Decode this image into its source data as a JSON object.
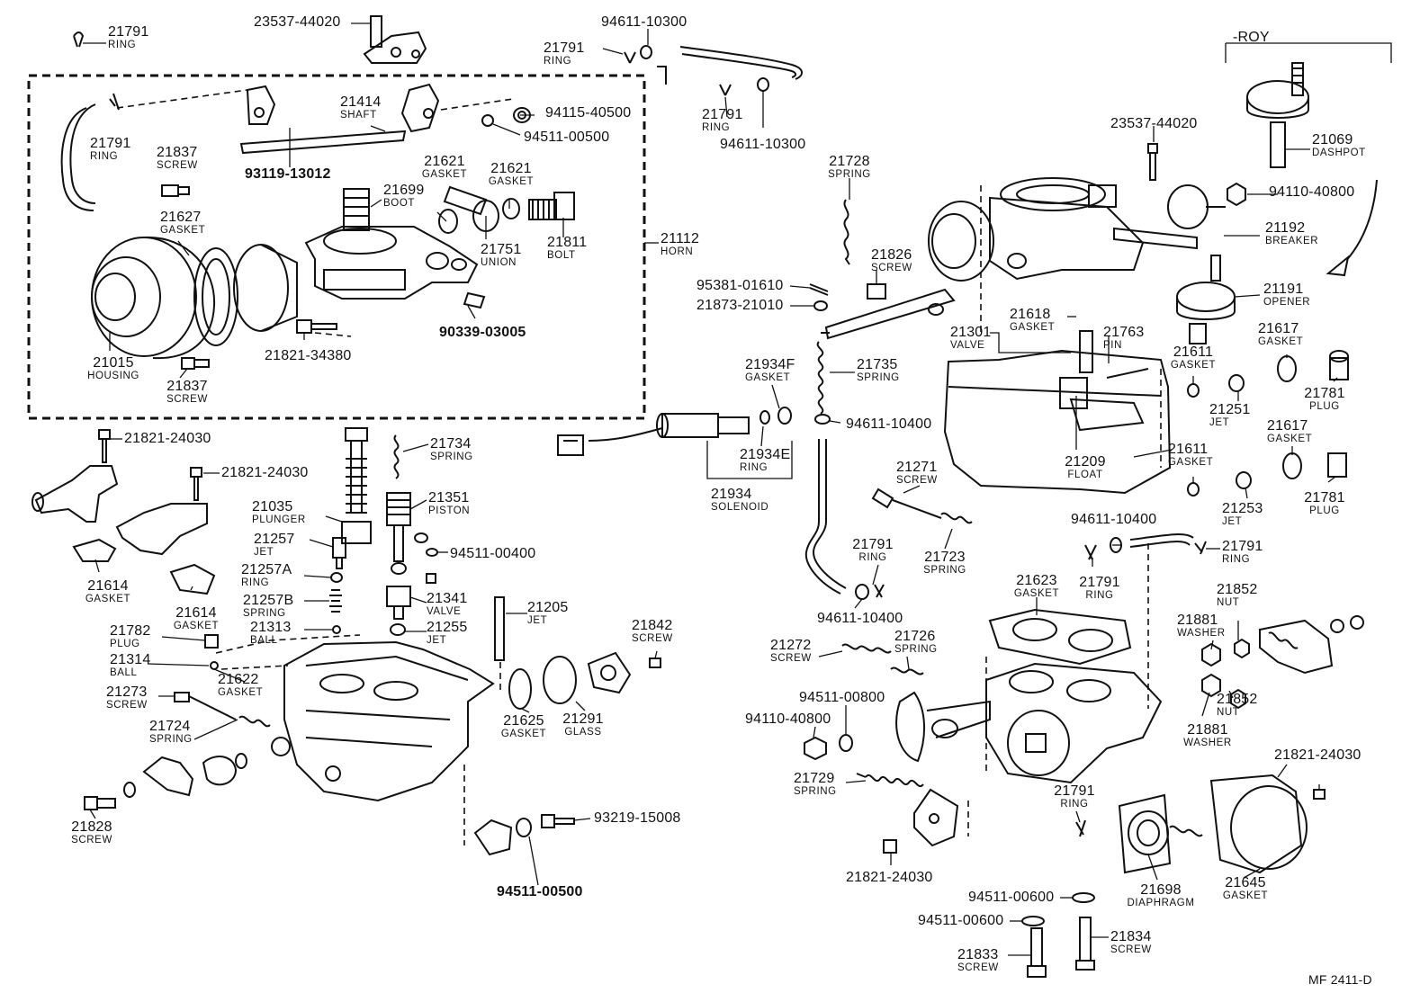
{
  "labels": [
    {
      "id": "l01",
      "pn": "21791",
      "nm": "RING"
    },
    {
      "id": "l02",
      "pn": "23537-44020"
    },
    {
      "id": "l03",
      "pn": "94611-10300"
    },
    {
      "id": "l04",
      "pn": "21791",
      "nm": "RING"
    },
    {
      "id": "l05",
      "pn": "-ROY"
    },
    {
      "id": "l06",
      "pn": "21414",
      "nm": "SHAFT"
    },
    {
      "id": "l07",
      "pn": "94115-40500"
    },
    {
      "id": "l08",
      "pn": "94511-00500"
    },
    {
      "id": "l09",
      "pn": "21791",
      "nm": "RING"
    },
    {
      "id": "l10",
      "pn": "21837",
      "nm": "SCREW"
    },
    {
      "id": "l11",
      "pn": "93119-13012"
    },
    {
      "id": "l12",
      "pn": "21791",
      "nm": "RING"
    },
    {
      "id": "l13",
      "pn": "94611-10300"
    },
    {
      "id": "l14",
      "pn": "23537-44020"
    },
    {
      "id": "l15",
      "pn": "21069",
      "nm": "DASHPOT"
    },
    {
      "id": "l16",
      "pn": "21621",
      "nm": "GASKET"
    },
    {
      "id": "l17",
      "pn": "21621",
      "nm": "GASKET"
    },
    {
      "id": "l18",
      "pn": "21699",
      "nm": "BOOT"
    },
    {
      "id": "l19",
      "pn": "21728",
      "nm": "SPRING"
    },
    {
      "id": "l20",
      "pn": "94110-40800"
    },
    {
      "id": "l21",
      "pn": "21627",
      "nm": "GASKET"
    },
    {
      "id": "l22",
      "pn": "21751",
      "nm": "UNION"
    },
    {
      "id": "l23",
      "pn": "21811",
      "nm": "BOLT"
    },
    {
      "id": "l24",
      "pn": "21112",
      "nm": "HORN"
    },
    {
      "id": "l25",
      "pn": "21192",
      "nm": "BREAKER"
    },
    {
      "id": "l26",
      "pn": "21826",
      "nm": "SCREW"
    },
    {
      "id": "l27",
      "pn": "95381-01610"
    },
    {
      "id": "l28",
      "pn": "21873-21010"
    },
    {
      "id": "l29",
      "pn": "21191",
      "nm": "OPENER"
    },
    {
      "id": "l30",
      "pn": "90339-03005"
    },
    {
      "id": "l31",
      "pn": "21618",
      "nm": "GASKET"
    },
    {
      "id": "l32",
      "pn": "21301",
      "nm": "VALVE"
    },
    {
      "id": "l33",
      "pn": "21763",
      "nm": "PIN"
    },
    {
      "id": "l34",
      "pn": "21015",
      "nm": "HOUSING"
    },
    {
      "id": "l35",
      "pn": "21821-34380"
    },
    {
      "id": "l36",
      "pn": "21611",
      "nm": "GASKET"
    },
    {
      "id": "l37",
      "pn": "21617",
      "nm": "GASKET"
    },
    {
      "id": "l38",
      "pn": "21837",
      "nm": "SCREW"
    },
    {
      "id": "l39",
      "pn": "21934F",
      "nm": "GASKET"
    },
    {
      "id": "l40",
      "pn": "21735",
      "nm": "SPRING"
    },
    {
      "id": "l41",
      "pn": "21251",
      "nm": "JET"
    },
    {
      "id": "l42",
      "pn": "21781",
      "nm": "PLUG"
    },
    {
      "id": "l43",
      "pn": "94611-10400"
    },
    {
      "id": "l44",
      "pn": "21821-24030"
    },
    {
      "id": "l45",
      "pn": "21734",
      "nm": "SPRING"
    },
    {
      "id": "l46",
      "pn": "21934E",
      "nm": "RING"
    },
    {
      "id": "l47",
      "pn": "21617",
      "nm": "GASKET"
    },
    {
      "id": "l48",
      "pn": "21611",
      "nm": "GASKET"
    },
    {
      "id": "l49",
      "pn": "21209",
      "nm": "FLOAT"
    },
    {
      "id": "l50",
      "pn": "21821-24030"
    },
    {
      "id": "l51",
      "pn": "21271",
      "nm": "SCREW"
    },
    {
      "id": "l52",
      "pn": "21934",
      "nm": "SOLENOID"
    },
    {
      "id": "l53",
      "pn": "21035",
      "nm": "PLUNGER"
    },
    {
      "id": "l54",
      "pn": "21351",
      "nm": "PISTON"
    },
    {
      "id": "l55",
      "pn": "21781",
      "nm": "PLUG"
    },
    {
      "id": "l56",
      "pn": "21253",
      "nm": "JET"
    },
    {
      "id": "l57",
      "pn": "21257",
      "nm": "JET"
    },
    {
      "id": "l58",
      "pn": "94511-00400"
    },
    {
      "id": "l59",
      "pn": "94611-10400"
    },
    {
      "id": "l60",
      "pn": "21791",
      "nm": "RING"
    },
    {
      "id": "l61",
      "pn": "21791",
      "nm": "RING"
    },
    {
      "id": "l62",
      "pn": "21723",
      "nm": "SPRING"
    },
    {
      "id": "l63",
      "pn": "21257A",
      "nm": "RING"
    },
    {
      "id": "l64",
      "pn": "21614",
      "nm": "GASKET"
    },
    {
      "id": "l65",
      "pn": "21623",
      "nm": "GASKET"
    },
    {
      "id": "l66",
      "pn": "21791",
      "nm": "RING"
    },
    {
      "id": "l67",
      "pn": "21614",
      "nm": "GASKET"
    },
    {
      "id": "l68",
      "pn": "21257B",
      "nm": "SPRING"
    },
    {
      "id": "l69",
      "pn": "21341",
      "nm": "VALVE"
    },
    {
      "id": "l70",
      "pn": "21205",
      "nm": "JET"
    },
    {
      "id": "l71",
      "pn": "21852",
      "nm": "NUT"
    },
    {
      "id": "l72",
      "pn": "94611-10400"
    },
    {
      "id": "l73",
      "pn": "21313",
      "nm": "BALL"
    },
    {
      "id": "l74",
      "pn": "21255",
      "nm": "JET"
    },
    {
      "id": "l75",
      "pn": "21782",
      "nm": "PLUG"
    },
    {
      "id": "l76",
      "pn": "21842",
      "nm": "SCREW"
    },
    {
      "id": "l77",
      "pn": "21881",
      "nm": "WASHER"
    },
    {
      "id": "l78",
      "pn": "21726",
      "nm": "SPRING"
    },
    {
      "id": "l79",
      "pn": "21272",
      "nm": "SCREW"
    },
    {
      "id": "l80",
      "pn": "21314",
      "nm": "BALL"
    },
    {
      "id": "l81",
      "pn": "21622",
      "nm": "GASKET"
    },
    {
      "id": "l82",
      "pn": "94511-00800"
    },
    {
      "id": "l83",
      "pn": "21273",
      "nm": "SCREW"
    },
    {
      "id": "l84",
      "pn": "21852",
      "nm": "NUT"
    },
    {
      "id": "l85",
      "pn": "21625",
      "nm": "GASKET"
    },
    {
      "id": "l86",
      "pn": "21291",
      "nm": "GLASS"
    },
    {
      "id": "l87",
      "pn": "94110-40800"
    },
    {
      "id": "l88",
      "pn": "21724",
      "nm": "SPRING"
    },
    {
      "id": "l89",
      "pn": "21881",
      "nm": "WASHER"
    },
    {
      "id": "l90",
      "pn": "21821-24030"
    },
    {
      "id": "l91",
      "pn": "21729",
      "nm": "SPRING"
    },
    {
      "id": "l92",
      "pn": "21791",
      "nm": "RING"
    },
    {
      "id": "l93",
      "pn": "93219-15008"
    },
    {
      "id": "l94",
      "pn": "21828",
      "nm": "SCREW"
    },
    {
      "id": "l95",
      "pn": "21821-24030"
    },
    {
      "id": "l96",
      "pn": "21698",
      "nm": "DIAPHRAGM"
    },
    {
      "id": "l97",
      "pn": "21645",
      "nm": "GASKET"
    },
    {
      "id": "l98",
      "pn": "94511-00500"
    },
    {
      "id": "l99",
      "pn": "94511-00600"
    },
    {
      "id": "l100",
      "pn": "94511-00600"
    },
    {
      "id": "l101",
      "pn": "21834",
      "nm": "SCREW"
    },
    {
      "id": "l102",
      "pn": "21833",
      "nm": "SCREW"
    },
    {
      "id": "l103",
      "pn": "MF 2411-D"
    }
  ]
}
